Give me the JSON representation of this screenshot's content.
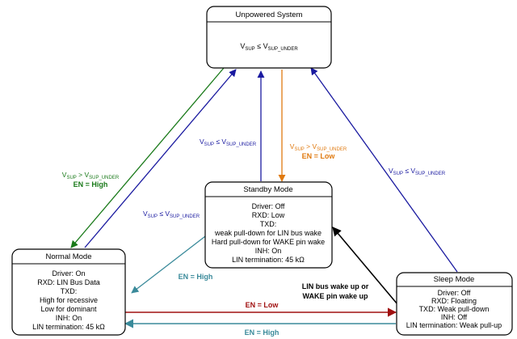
{
  "colors": {
    "green": "#1a7a1a",
    "blue": "#1a1aa0",
    "orange": "#e07a10",
    "red": "#a01010",
    "teal": "#3a8a9a",
    "black": "#000000"
  },
  "states": {
    "unpowered": {
      "title": "Unpowered System",
      "cond_prefix": "V",
      "cond_sub1": "SUP",
      "cond_op": " ≤ V",
      "cond_sub2": "SUP_UNDER"
    },
    "standby": {
      "title": "Standby Mode",
      "lines": [
        "Driver: Off",
        "RXD: Low",
        "TXD:",
        "weak pull-down for LIN bus wake",
        "Hard pull-down for WAKE pin wake",
        "INH: On",
        "LIN termination: 45 kΩ"
      ]
    },
    "normal": {
      "title": "Normal Mode",
      "lines": [
        "Driver: On",
        "RXD: LIN Bus Data",
        "TXD:",
        "High for recessive",
        "Low for dominant",
        "INH: On",
        "LIN termination: 45 kΩ"
      ]
    },
    "sleep": {
      "title": "Sleep Mode",
      "lines": [
        "Driver: Off",
        "RXD: Floating",
        "TXD: Weak pull-down",
        "INH: Off",
        "LIN termination: Weak pull-up"
      ]
    }
  },
  "transitions": {
    "normal_to_unpowered": {
      "prefix": "V",
      "sub1": "SUP",
      "op": " ≤ V",
      "sub2": "SUP_UNDER"
    },
    "unpowered_to_normal": {
      "prefix": "V",
      "sub1": "SUP",
      "op": " > V",
      "sub2": "SUP_UNDER",
      "en": "EN = High"
    },
    "standby_to_unpowered": {
      "prefix": "V",
      "sub1": "SUP",
      "op": " ≤ V",
      "sub2": "SUP_UNDER"
    },
    "unpowered_to_standby": {
      "prefix": "V",
      "sub1": "SUP",
      "op": " > V",
      "sub2": "SUP_UNDER",
      "en": "EN = Low"
    },
    "sleep_to_unpowered": {
      "prefix": "V",
      "sub1": "SUP",
      "op": " ≤ V",
      "sub2": "SUP_UNDER"
    },
    "standby_to_normal": {
      "en": "EN = High"
    },
    "normal_to_sleep": {
      "en": "EN = Low"
    },
    "sleep_to_normal": {
      "en": "EN = High"
    },
    "sleep_to_standby": {
      "line1": "LIN bus wake up or",
      "line2": "WAKE pin wake up"
    }
  }
}
